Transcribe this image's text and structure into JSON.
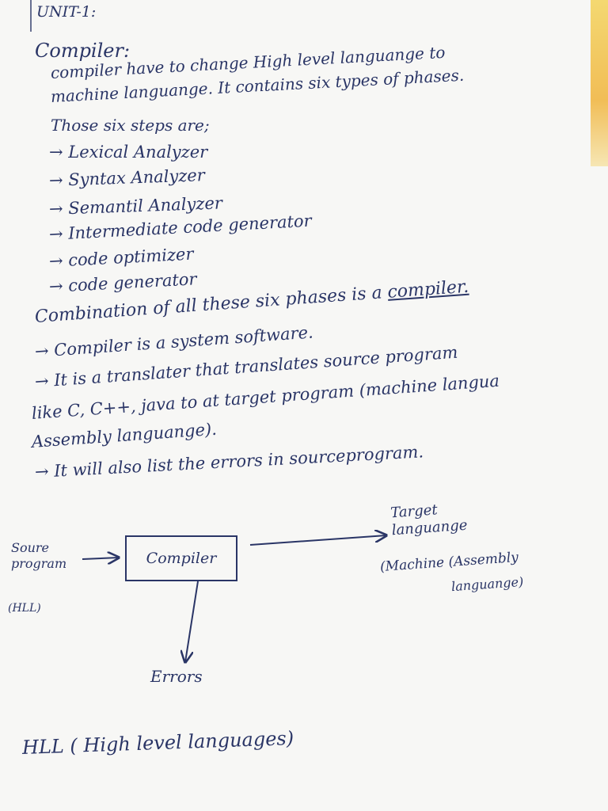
{
  "note": {
    "unit": "UNIT-1:",
    "heading": "Compiler:",
    "intro": [
      "compiler have to change High level languange to",
      "machine languange. It contains six types of phases.",
      "Those six steps are;"
    ],
    "phases": [
      "→ Lexical Analyzer",
      "→ Syntax Analyzer",
      "→ Semantil Analyzer",
      "→ Intermediate code generator",
      "→ code optimizer",
      "→ code generator"
    ],
    "combination_prefix": "Combination of all these six phases is a ",
    "combination_word": "compiler.",
    "bullets": [
      "→ Compiler is a system software.",
      "→ It is a translater that translates source program",
      "like C, C++, java to at target program (machine langua",
      "Assembly languange).",
      "→ It will also list the errors in sourceprogram."
    ],
    "footer": "HLL ( High level languages)"
  },
  "diagram": {
    "source_line1": "Soure",
    "source_line2": "program",
    "source_note": "(HLL)",
    "box_label": "Compiler",
    "target_line1": "Target",
    "target_line2": "languange",
    "machine_line": "(Machine (Assembly",
    "assembly_line": "languange)",
    "errors": "Errors"
  },
  "colors": {
    "ink": "#2a3566",
    "paper": "#f7f7f5"
  }
}
